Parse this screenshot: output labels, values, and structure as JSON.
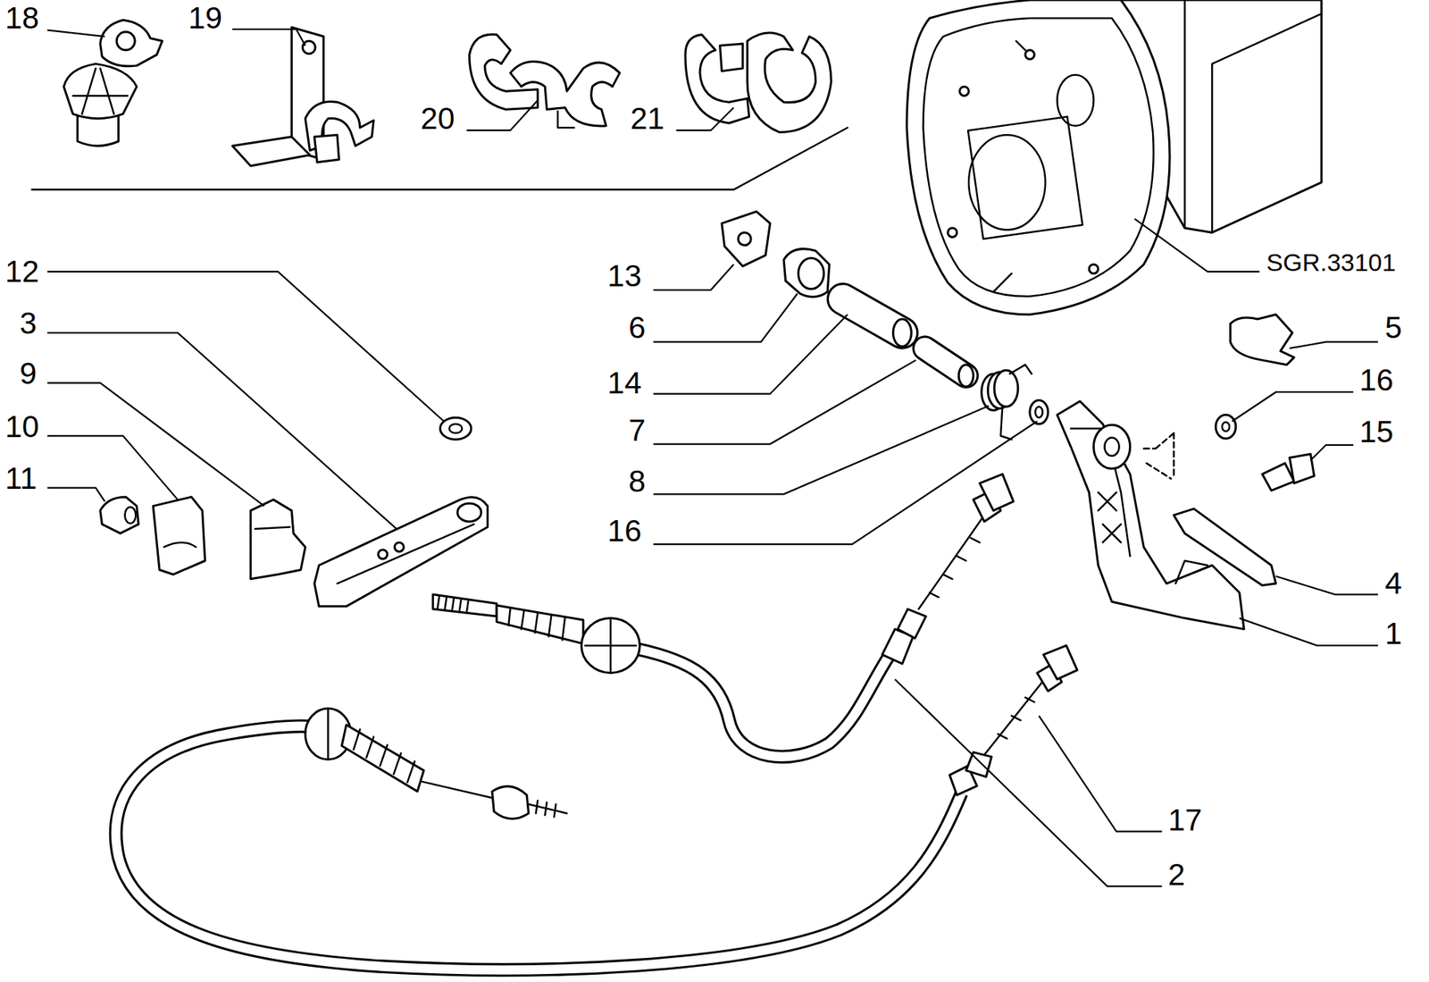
{
  "diagram": {
    "labels": [
      "18",
      "19",
      "20",
      "21",
      "12",
      "3",
      "9",
      "10",
      "11",
      "13",
      "6",
      "14",
      "7",
      "8",
      "16",
      "SGR.33101",
      "5",
      "16",
      "15",
      "4",
      "1",
      "17",
      "2"
    ]
  }
}
